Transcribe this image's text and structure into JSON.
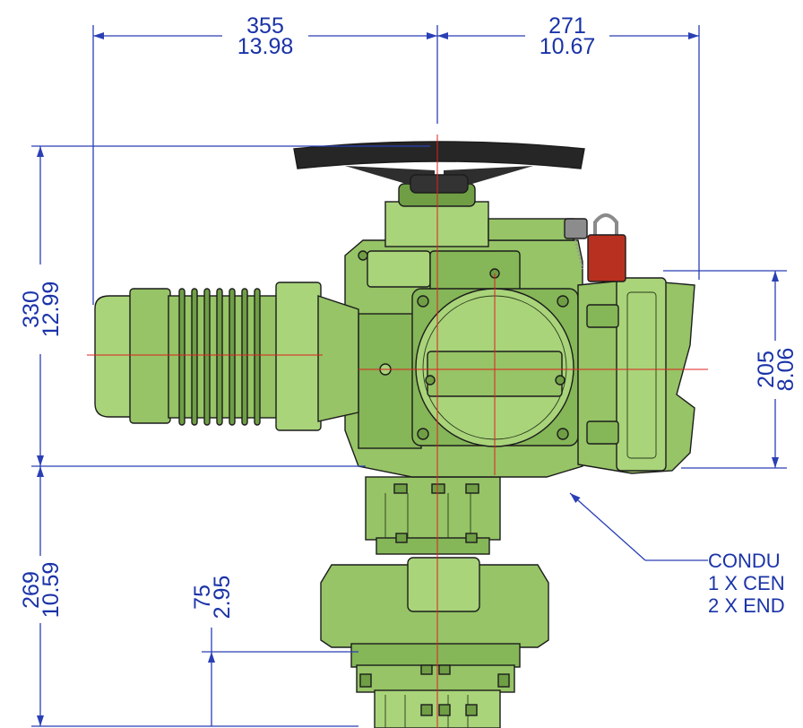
{
  "dimensions": {
    "top_left": {
      "mm": "355",
      "inch": "13.98"
    },
    "top_right": {
      "mm": "271",
      "inch": "10.67"
    },
    "left_upper": {
      "mm": "330",
      "inch": "12.99"
    },
    "left_lower": {
      "mm": "269",
      "inch": "10.59"
    },
    "inner": {
      "mm": "75",
      "inch": "2.95"
    },
    "right": {
      "mm": "205",
      "inch": "8.06"
    }
  },
  "note": {
    "line1": "CONDU",
    "line2": "1 X CEN",
    "line3": "2 X END"
  },
  "colors": {
    "body_green": "#a9d47a",
    "body_green_dark": "#6f9e45",
    "dimension_blue": "#1a33a8",
    "centerline_red": "#e02020",
    "padlock_red": "#b8301f",
    "handwheel": "#262626"
  }
}
